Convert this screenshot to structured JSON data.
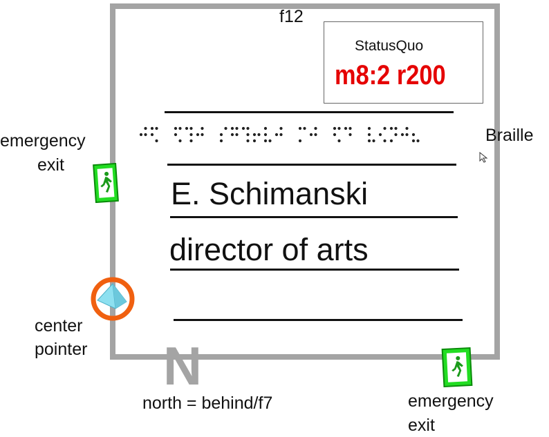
{
  "frame_label": "f12",
  "status": {
    "title": "StatusQuo",
    "value": "m8:2 r200"
  },
  "braille_label": "Braille",
  "sign": {
    "name": "E. Schimanski",
    "title": "director of arts"
  },
  "emergency_exit_left": [
    "emergency",
    "exit"
  ],
  "emergency_exit_bottom": [
    "emergency",
    "exit"
  ],
  "center_pointer": [
    "center",
    "pointer"
  ],
  "north_label": "north = behind/f7",
  "north_letter": "N",
  "colors": {
    "frame": "#a4a4a4",
    "status_value": "#e50000",
    "exit_green": "#22dd22",
    "pointer_ring": "#f06010",
    "pointer_fill": "#8de0f0"
  }
}
